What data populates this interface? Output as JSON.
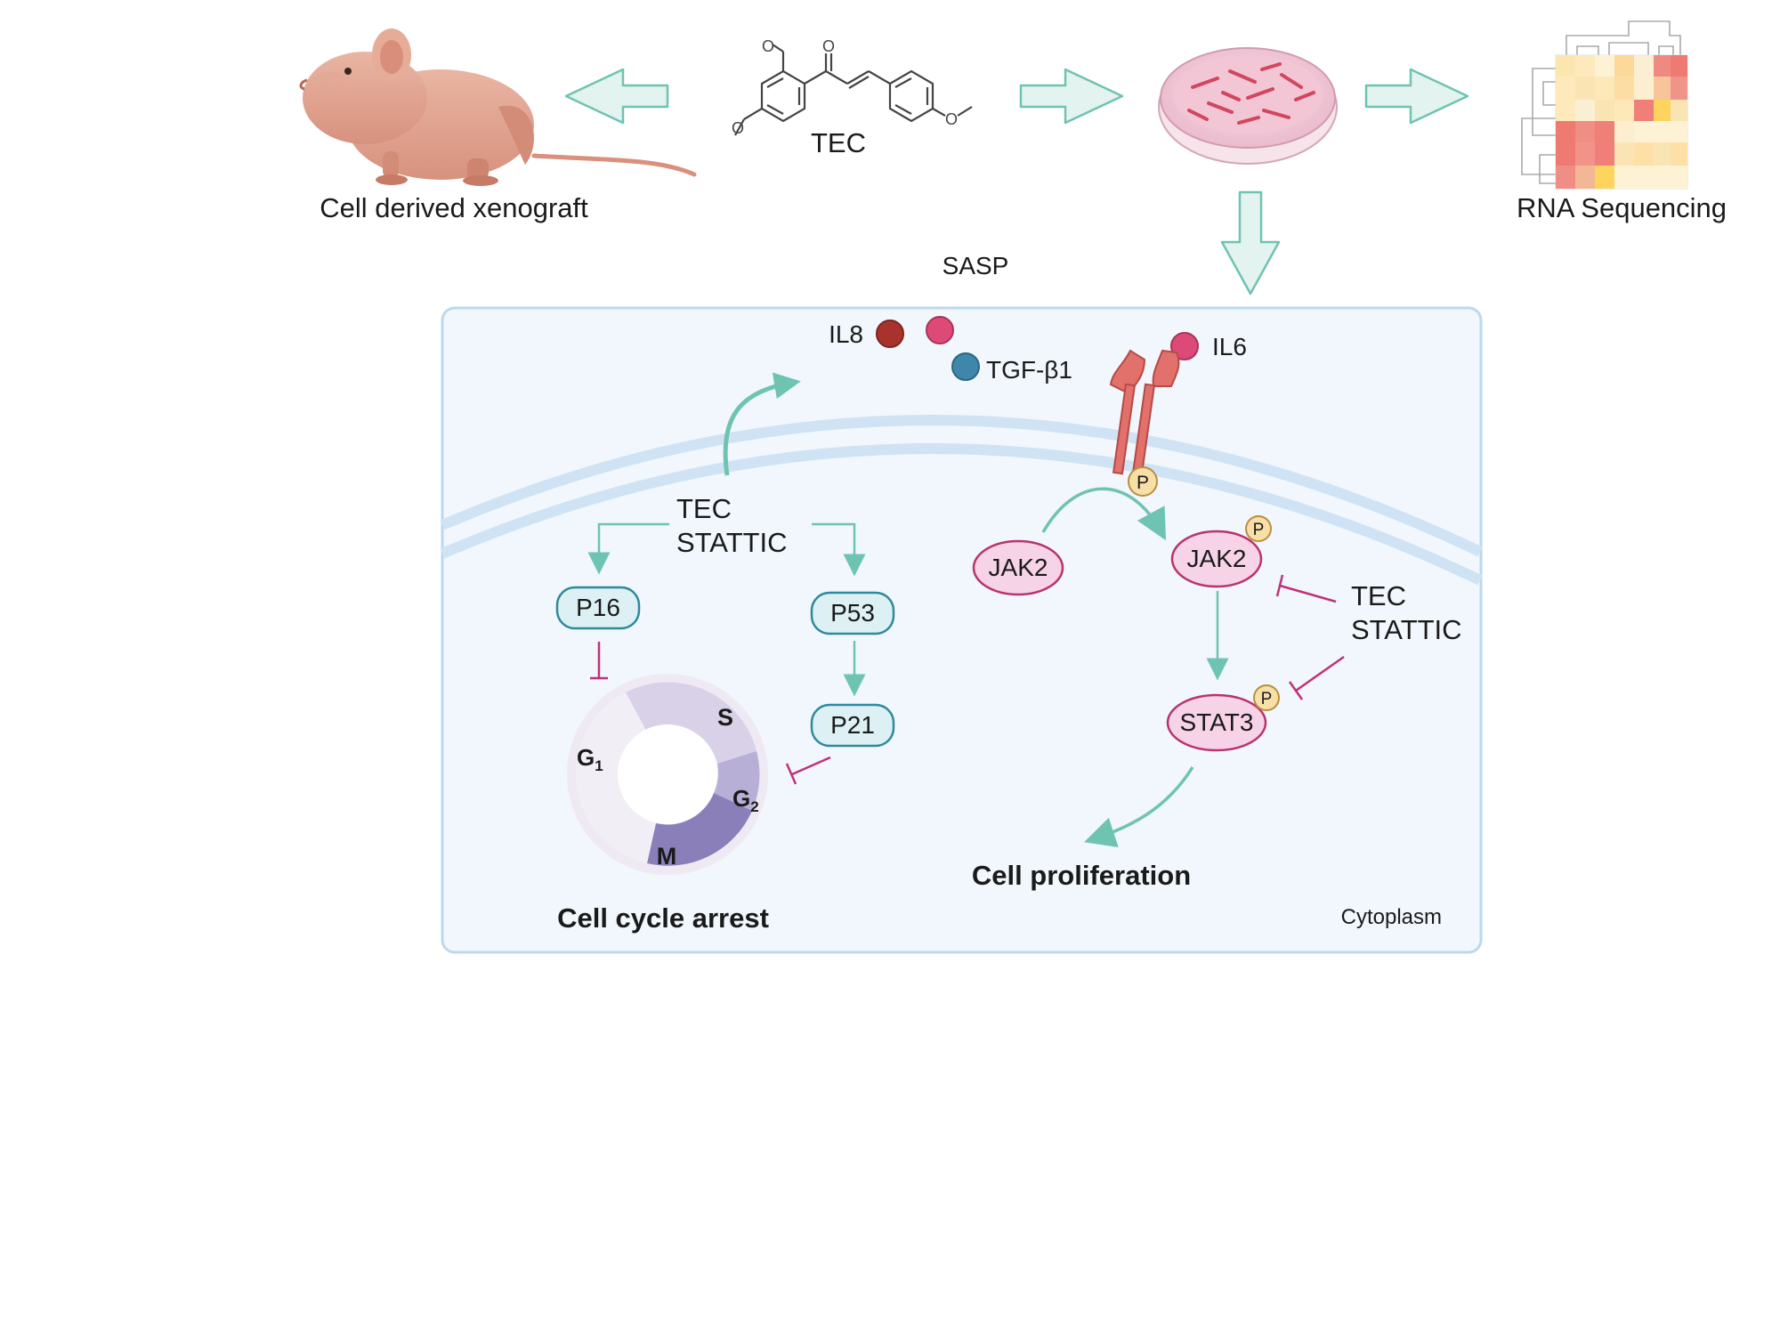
{
  "top": {
    "compound": "TEC",
    "xenograft": "Cell derived xenograft",
    "rna": "RNA Sequencing",
    "sasp": "SASP"
  },
  "cytokines": {
    "il8": "IL8",
    "tgf": "TGF-β1",
    "il6": "IL6"
  },
  "left_pathway": {
    "inhibitor_line1": "TEC",
    "inhibitor_line2": "STATTIC",
    "p16": "P16",
    "p53": "P53",
    "p21": "P21",
    "phases": {
      "s": "S",
      "g1": "G",
      "g1_sub": "1",
      "g2": "G",
      "g2_sub": "2",
      "m": "M"
    },
    "outcome": "Cell cycle arrest"
  },
  "right_pathway": {
    "jak2_inactive": "JAK2",
    "jak2_active": "JAK2",
    "stat3": "STAT3",
    "phospho": "P",
    "inhibitor_line1": "TEC",
    "inhibitor_line2": "STATTIC",
    "outcome": "Cell proliferation"
  },
  "compartment": "Cytoplasm",
  "colors": {
    "arrow_teal": "#6fc3b2",
    "inhibit_magenta": "#c2307a",
    "cell_border": "#bcd8ee",
    "cell_fill": "#f1f7fc",
    "membrane": "#cfe3f4",
    "protein_teal_fill": "#ddf0f4",
    "protein_teal_stroke": "#2f8a9c",
    "protein_pink_fill": "#f7d3e8",
    "protein_pink_stroke": "#b8336f",
    "phospho_fill": "#f8dfa8",
    "cycle_dark": "#8a7fb9",
    "cycle_light": "#ece7f3"
  }
}
